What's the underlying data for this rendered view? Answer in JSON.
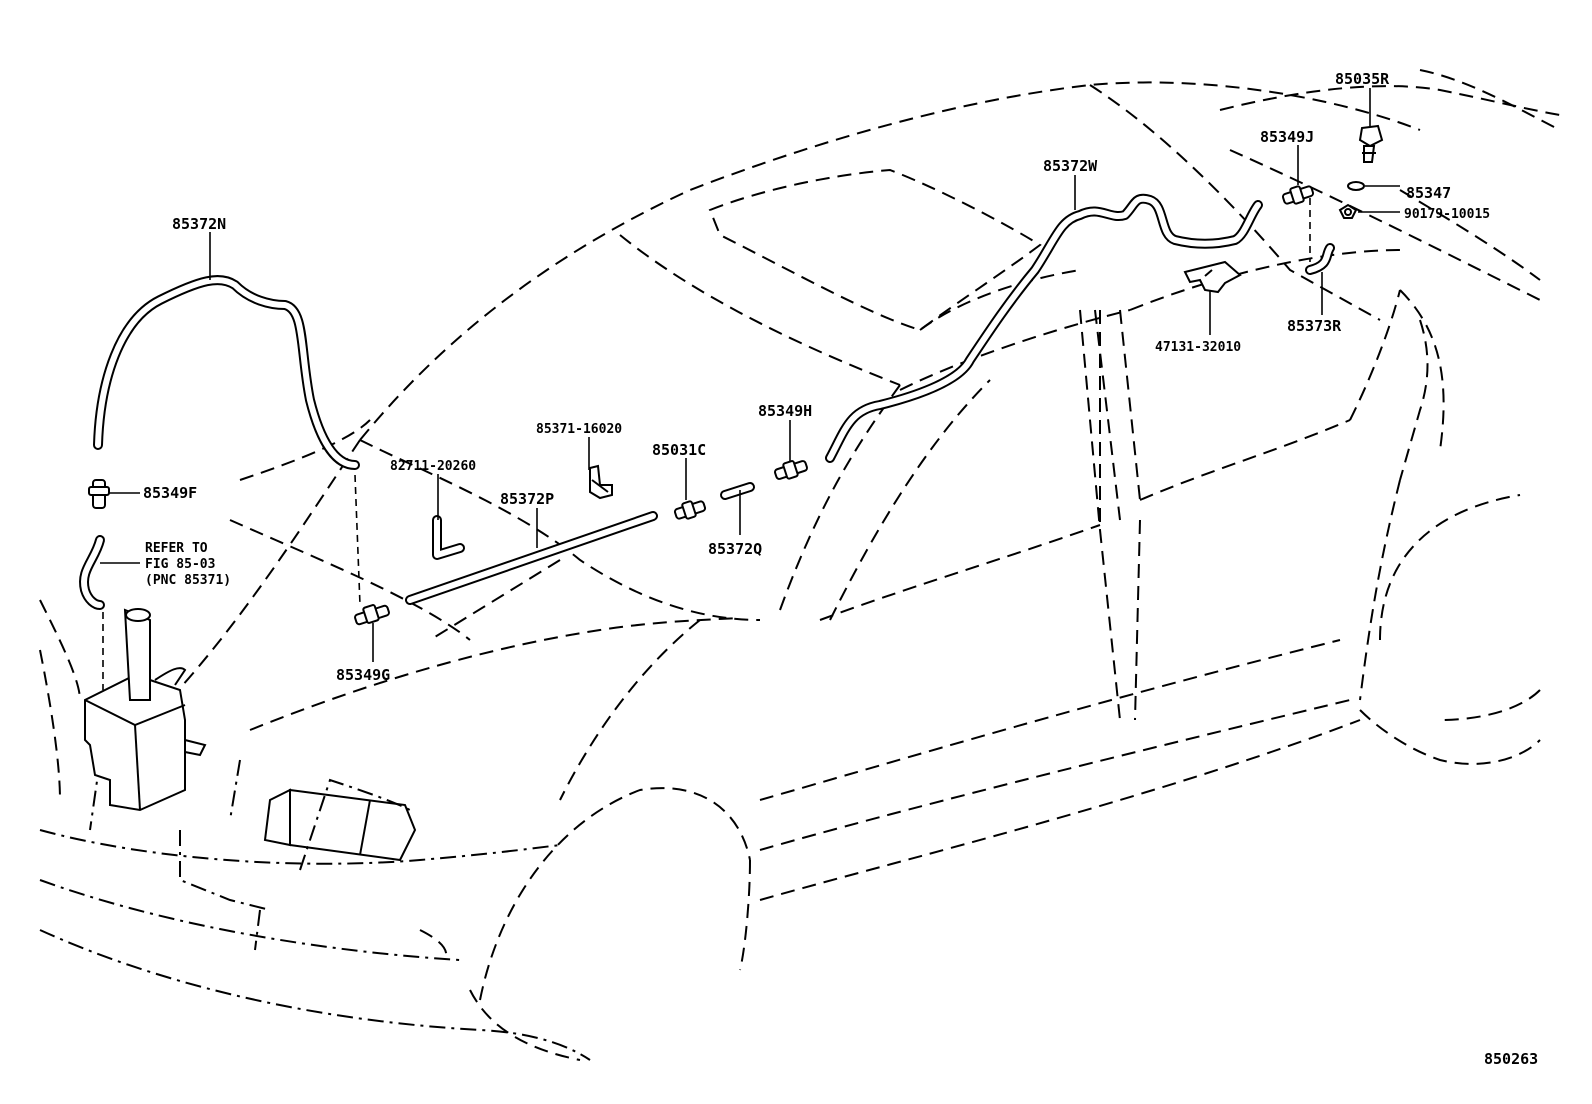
{
  "diagram": {
    "figure_number": "850263",
    "part_labels": {
      "p85372N": "85372N",
      "p85349F": "85349F",
      "p82711": "82711-20260",
      "p85372P": "85372P",
      "p85371": "85371-16020",
      "p85031C": "85031C",
      "p85372Q": "85372Q",
      "p85349H": "85349H",
      "p85349G": "85349G",
      "p85372W": "85372W",
      "p47131": "47131-32010",
      "p85349J": "85349J",
      "p85035R": "85035R",
      "p85347": "85347",
      "p90179": "90179-10015",
      "p85373R": "85373R"
    },
    "refer_note": {
      "line1": "REFER TO",
      "line2": "FIG 85-03",
      "line3": "(PNC 85371)"
    }
  }
}
